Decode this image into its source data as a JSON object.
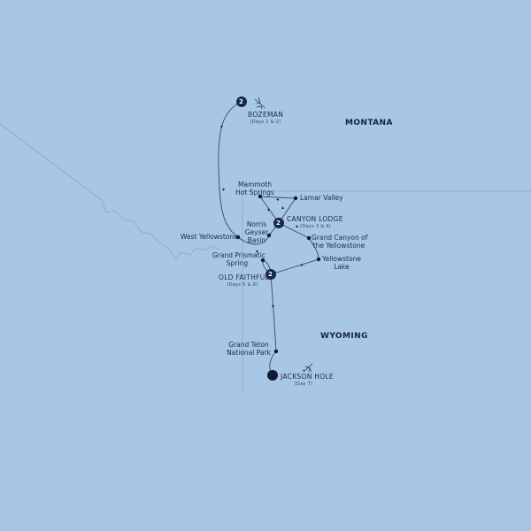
{
  "colors": {
    "water": "#a8c7e6",
    "route": "#3a4a66",
    "marker": "#14284b",
    "border": "#8fa6bf"
  },
  "states": {
    "montana": "MONTANA",
    "wyoming": "WYOMING"
  },
  "stops": {
    "bozeman": {
      "name": "BOZEMAN",
      "days": "(Days 1 & 2)",
      "nights": "2",
      "icon": "airplane-icon"
    },
    "mammoth": {
      "name": "Mammoth Hot Springs",
      "line1": "Mammoth",
      "line2": "Hot Springs"
    },
    "lamar": {
      "name": "Lamar Valley"
    },
    "canyon": {
      "name": "CANYON LODGE",
      "days": "(Days 3 & 4)",
      "nights": "2"
    },
    "norris": {
      "line1": "Norris",
      "line2": "Geyser",
      "line3": "Basin"
    },
    "west": {
      "name": "West Yellowstone"
    },
    "grandcanyon": {
      "line1": "Grand Canyon of",
      "line2": "the Yellowstone"
    },
    "lake": {
      "line1": "Yellowstone",
      "line2": "Lake"
    },
    "prismatic": {
      "line1": "Grand Prismatic",
      "line2": "Spring"
    },
    "oldfaithful": {
      "name": "OLD FAITHFUL",
      "days": "(Days 5 & 6)",
      "nights": "2"
    },
    "teton": {
      "line1": "Grand Teton",
      "line2": "National Park"
    },
    "jackson": {
      "name": "JACKSON HOLE",
      "days": "(Day 7)",
      "icon": "airplane-icon"
    }
  }
}
